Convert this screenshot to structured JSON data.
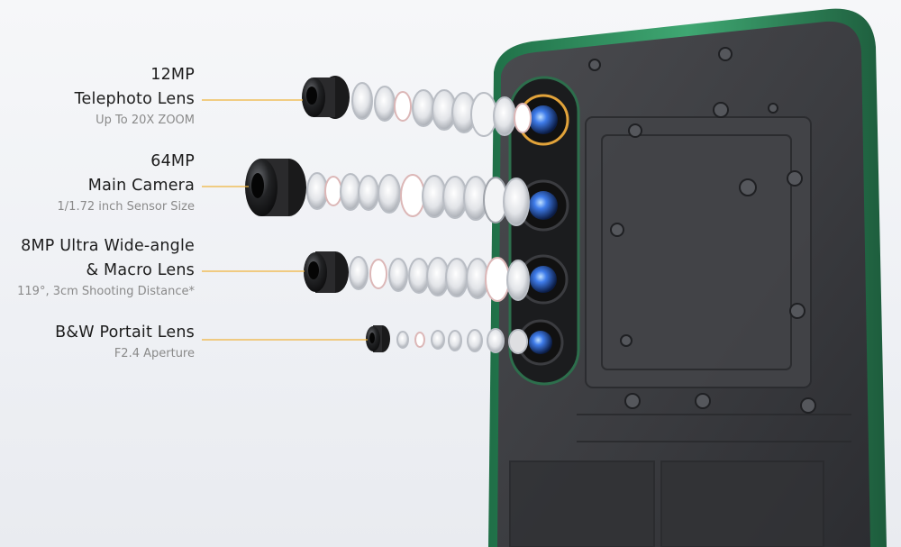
{
  "lenses": [
    {
      "title_line1": "12MP",
      "title_line2": "Telephoto Lens",
      "subtitle": "Up To 20X ZOOM"
    },
    {
      "title_line1": "64MP",
      "title_line2": "Main Camera",
      "subtitle": "1/1.72 inch Sensor Size"
    },
    {
      "title_line1": "8MP Ultra Wide-angle",
      "title_line2": "& Macro Lens",
      "subtitle": "119°, 3cm Shooting Distance*"
    },
    {
      "title_line1": "B&W Portait Lens",
      "subtitle": "F2.4 Aperture"
    }
  ],
  "colors": {
    "leader_line": "#f0b43c",
    "phone_frame": "#2f8a5c",
    "phone_body": "#3a3a3c",
    "lens_blue": "#2a5fd0"
  }
}
